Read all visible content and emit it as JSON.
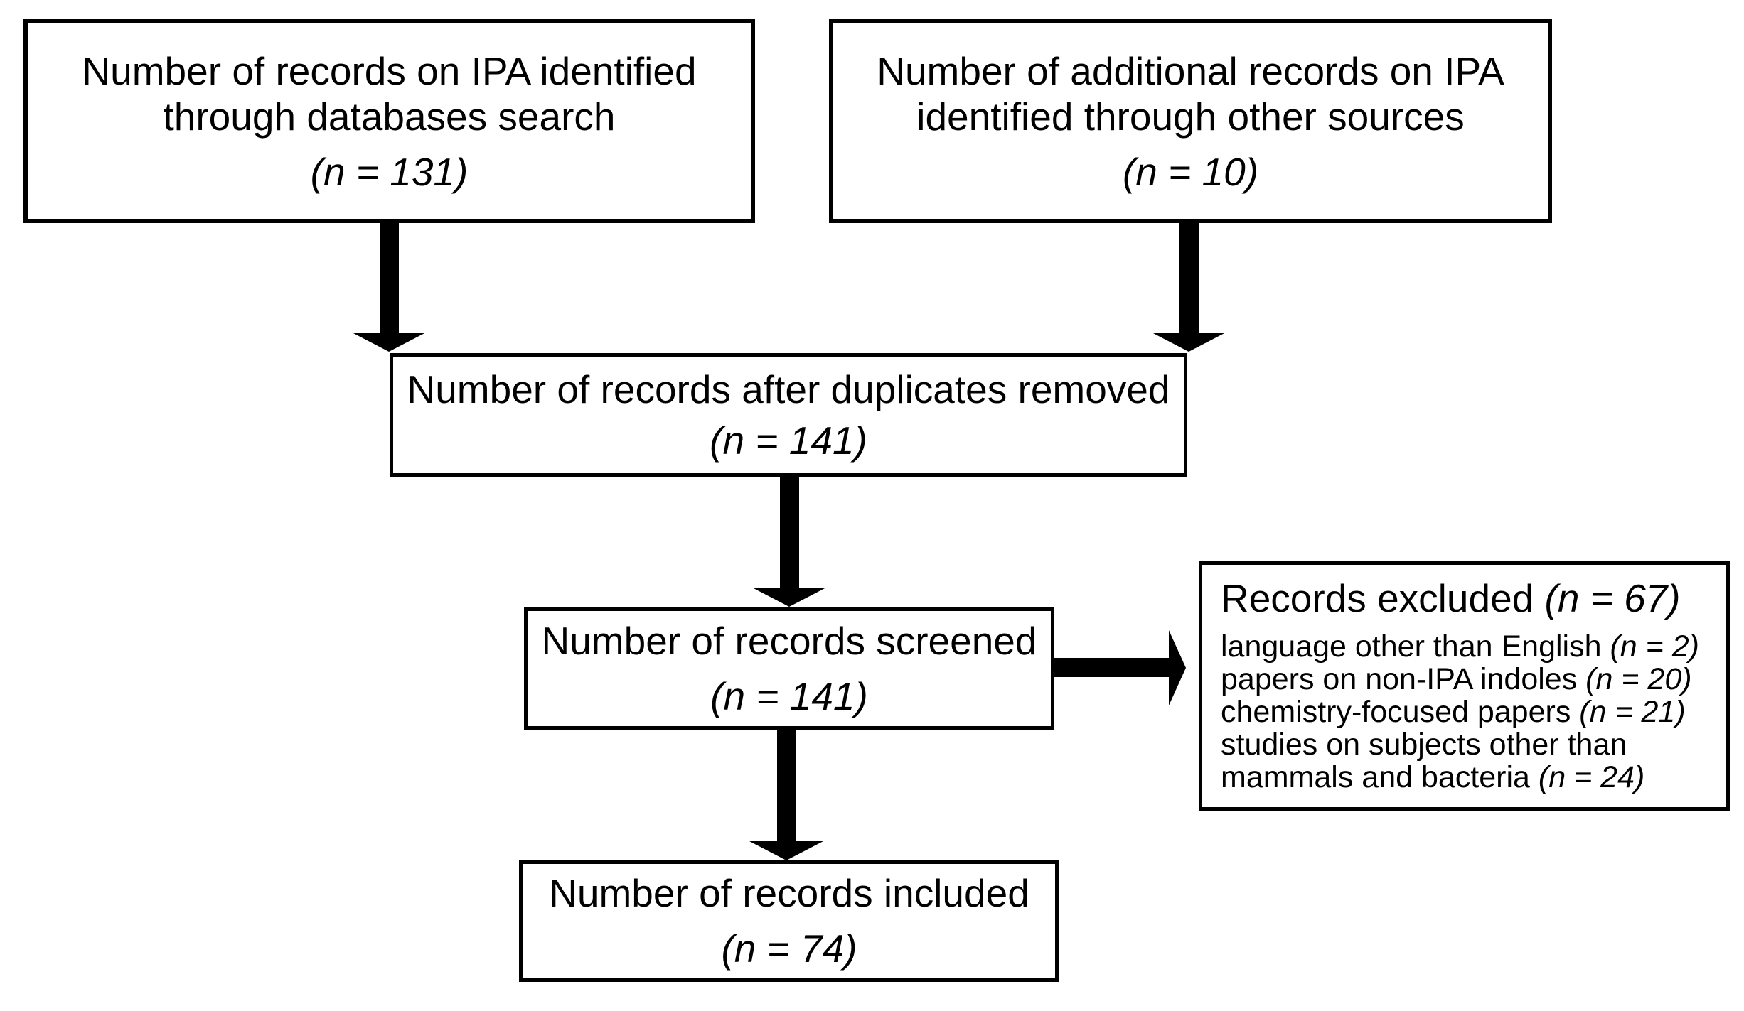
{
  "figure": {
    "type": "prisma-flow-diagram",
    "background_color": "#ffffff",
    "ink_color": "#000000"
  },
  "boxes": {
    "identified_databases": {
      "lines": [
        "Number of records on IPA identified",
        "through databases search"
      ],
      "count": "(n = 131)"
    },
    "identified_other": {
      "lines": [
        "Number of additional records on IPA",
        "identified through other sources"
      ],
      "count": "(n = 10)"
    },
    "deduplicated": {
      "lines": [
        "Number of records after duplicates removed"
      ],
      "count": "(n = 141)"
    },
    "screened": {
      "lines": [
        "Number of records screened"
      ],
      "count": "(n = 141)"
    },
    "excluded": {
      "title": "Records excluded ",
      "title_count": "(n = 67)",
      "reasons": [
        {
          "label": "language other than English ",
          "count": "(n = 2)"
        },
        {
          "label": "papers on non-IPA indoles ",
          "count": "(n = 20)"
        },
        {
          "label": "chemistry-focused papers ",
          "count": "(n = 21)"
        },
        {
          "label": "studies on subjects other than mammals and bacteria ",
          "count": "(n = 24)"
        }
      ]
    },
    "included": {
      "lines": [
        "Number of records included"
      ],
      "count": "(n = 74)"
    }
  }
}
